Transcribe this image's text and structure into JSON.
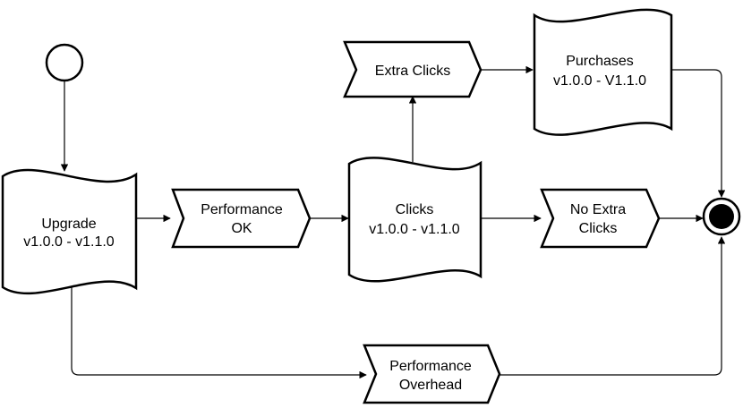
{
  "diagram": {
    "nodes": {
      "upgrade": [
        "Upgrade",
        "v1.0.0 - v1.1.0"
      ],
      "performance_ok": [
        "Performance",
        "OK"
      ],
      "clicks": [
        "Clicks",
        "v1.0.0 - v1.1.0"
      ],
      "extra_clicks": [
        "Extra Clicks"
      ],
      "purchases": [
        "Purchases",
        "v1.0.0 - V1.1.0"
      ],
      "no_extra_clicks": [
        "No Extra",
        "Clicks"
      ],
      "performance_overhead": [
        "Performance",
        "Overhead"
      ]
    },
    "edges": [
      [
        "start",
        "upgrade"
      ],
      [
        "upgrade",
        "performance_ok"
      ],
      [
        "performance_ok",
        "clicks"
      ],
      [
        "clicks",
        "extra_clicks"
      ],
      [
        "extra_clicks",
        "purchases"
      ],
      [
        "clicks",
        "no_extra_clicks"
      ],
      [
        "purchases",
        "end"
      ],
      [
        "no_extra_clicks",
        "end"
      ],
      [
        "upgrade",
        "performance_overhead"
      ],
      [
        "performance_overhead",
        "end"
      ]
    ]
  }
}
